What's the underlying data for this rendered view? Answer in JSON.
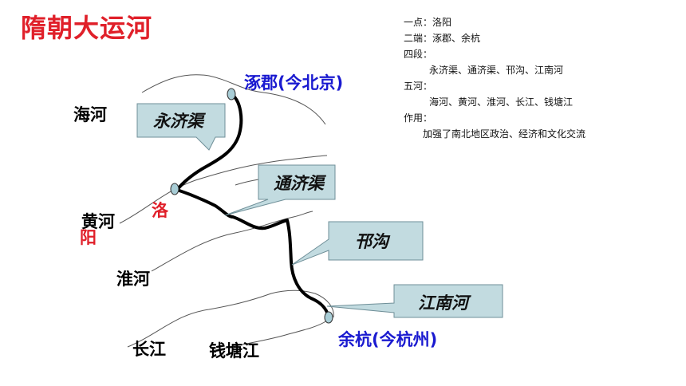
{
  "title": {
    "text": "隋朝大运河",
    "color": "#e0202a"
  },
  "colors": {
    "city": "#1a1ad0",
    "luoyang": "#e0202a",
    "canal": "#000000",
    "river": "#555555",
    "callout_fill": "#c2dbe0",
    "callout_stroke": "#6f8f98",
    "city_marker_fill": "#a8cdd6"
  },
  "cities": {
    "zhuojun": "涿郡(今北京)",
    "yuhang": "余杭(今杭州)",
    "luo": "洛",
    "yang": "阳"
  },
  "rivers": {
    "haihe": "海河",
    "huanghe": "黄河",
    "huaihe": "淮河",
    "changjiang": "长江",
    "qiantangjiang": "钱塘江"
  },
  "canals": {
    "yongjiqu": "永济渠",
    "tongjiqu": "通济渠",
    "hangou": "邗沟",
    "jiangnanhe": "江南河"
  },
  "info": {
    "one_point": "一点：洛阳",
    "two_ends": "二端：涿郡、余杭",
    "four_sections_label": "四段：",
    "four_sections": "永济渠、通济渠、邗沟、江南河",
    "five_rivers_label": "五河：",
    "five_rivers": "海河、黄河、淮河、长江、钱塘江",
    "effect_label": "作用：",
    "effect": "加强了南北地区政治、经济和文化交流"
  }
}
